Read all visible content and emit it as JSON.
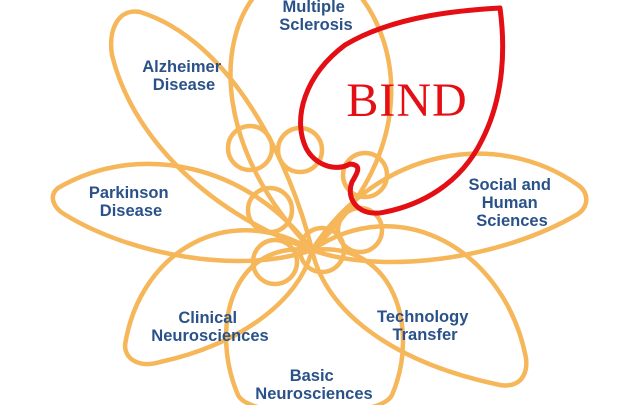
{
  "diagram": {
    "center_label": "BIND",
    "petals": [
      {
        "id": "multiple-sclerosis",
        "lines": [
          "Multiple",
          "Sclerosis"
        ]
      },
      {
        "id": "alzheimer-disease",
        "lines": [
          "Alzheimer",
          "Disease"
        ]
      },
      {
        "id": "parkinson-disease",
        "lines": [
          "Parkinson",
          "Disease"
        ]
      },
      {
        "id": "clinical-neurosciences",
        "lines": [
          "Clinical",
          "Neurosciences"
        ]
      },
      {
        "id": "basic-neurosciences",
        "lines": [
          "Basic",
          "Neurosciences"
        ]
      },
      {
        "id": "technology-transfer",
        "lines": [
          "Technology",
          "Transfer"
        ]
      },
      {
        "id": "social-and-human-sciences",
        "lines": [
          "Social and",
          "Human",
          "Sciences"
        ]
      }
    ],
    "colors": {
      "petal_stroke": "#f6b65a",
      "highlight_stroke": "#e30f14",
      "label_text": "#2a5289",
      "highlight_text": "#e30f14"
    }
  }
}
